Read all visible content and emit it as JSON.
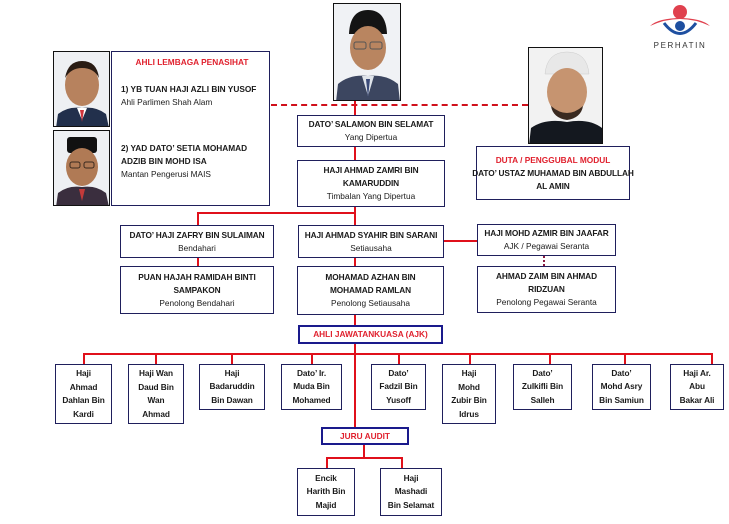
{
  "logo": {
    "text": "PERHATIN",
    "icon": "perhatin-logo-icon"
  },
  "advisors": {
    "title": "AHLI LEMBAGA PENASIHAT",
    "members": [
      {
        "name": "1) YB TUAN HAJI AZLI BIN YUSOF",
        "role": "Ahli Parlimen Shah Alam"
      },
      {
        "name_line1": "2) YAD DATO’ SETIA MOHAMAD",
        "name_line2": "ADZIB BIN MOHD ISA",
        "role": "Mantan Pengerusi MAIS"
      }
    ]
  },
  "president": {
    "name": "DATO’ SALAMON BIN SELAMAT",
    "role": "Yang Dipertua"
  },
  "vice_president": {
    "name_line1": "HAJI AHMAD ZAMRI BIN",
    "name_line2": "KAMARUDDIN",
    "role": "Timbalan Yang Dipertua"
  },
  "ambassador": {
    "title": "DUTA / PENGGUBAL MODUL",
    "name_line1": "DATO’ USTAZ MUHAMAD BIN ABDULLAH",
    "name_line2": "AL AMIN"
  },
  "treasurer": {
    "name": "DATO’ HAJI ZAFRY BIN SULAIMAN",
    "role": "Bendahari"
  },
  "asst_treasurer": {
    "name_line1": "PUAN HAJAH RAMIDAH BINTI",
    "name_line2": "SAMPAKON",
    "role": "Penolong Bendahari"
  },
  "secretary": {
    "name": "HAJI AHMAD SYAHIR BIN SARANI",
    "role": "Setiausaha"
  },
  "asst_secretary": {
    "name_line1": "MOHAMAD AZHAN BIN",
    "name_line2": "MOHAMAD RAMLAN",
    "role": "Penolong Setiausaha"
  },
  "pr_officer": {
    "name": "HAJI MOHD AZMIR BIN JAAFAR",
    "role": "AJK / Pegawai Seranta"
  },
  "asst_pr_officer": {
    "name_line1": "AHMAD ZAIM BIN AHMAD",
    "name_line2": "RIDZUAN",
    "role": "Penolong Pegawai Seranta"
  },
  "committee": {
    "title": "AHLI JAWATANKUASA (AJK)",
    "members": [
      {
        "lines": [
          "Haji",
          "Ahmad",
          "Dahlan Bin",
          "Kardi"
        ]
      },
      {
        "lines": [
          "Haji Wan",
          "Daud Bin",
          "Wan",
          "Ahmad"
        ]
      },
      {
        "lines": [
          "Haji",
          "Badaruddin",
          "Bin Dawan"
        ]
      },
      {
        "lines": [
          "Dato’ Ir.",
          "Muda Bin",
          "Mohamed"
        ]
      },
      {
        "lines": [
          "Dato’",
          "Fadzil Bin",
          "Yusoff"
        ]
      },
      {
        "lines": [
          "Haji",
          "Mohd",
          "Zubir Bin",
          "Idrus"
        ]
      },
      {
        "lines": [
          "Dato’",
          "Zulkifli Bin",
          "Salleh"
        ]
      },
      {
        "lines": [
          "Dato’",
          "Mohd Asry",
          "Bin Samiun"
        ]
      },
      {
        "lines": [
          "Haji Ar.",
          "Abu",
          "Bakar Ali"
        ]
      }
    ]
  },
  "auditors": {
    "title": "JURU AUDIT",
    "members": [
      {
        "lines": [
          "Encik",
          "Harith Bin",
          "Majid"
        ]
      },
      {
        "lines": [
          "Haji",
          "Mashadi",
          "Bin Selamat"
        ]
      }
    ]
  },
  "colors": {
    "connector": "#e0101b",
    "box_border": "#1f1f5c",
    "header_border": "#1a1a8c",
    "title_red": "#e0212e"
  }
}
